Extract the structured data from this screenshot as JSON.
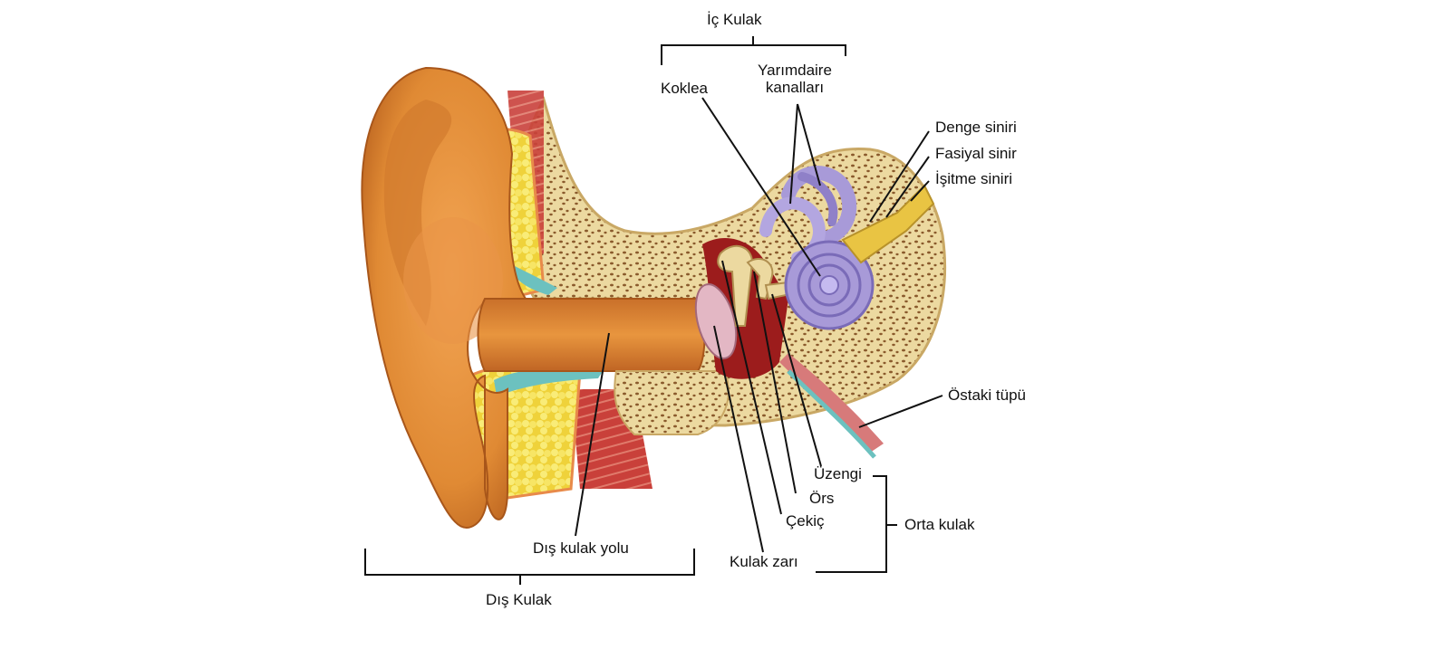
{
  "labels": {
    "inner_ear": "İç Kulak",
    "cochlea": "Koklea",
    "semicircular_canals": "Yarımdaire kanalları",
    "vestibular_nerve": "Denge siniri",
    "facial_nerve": "Fasiyal sinir",
    "auditory_nerve": "İşitme siniri",
    "eustachian_tube": "Östaki tüpü",
    "stapes": "Üzengi",
    "incus": "Örs",
    "malleus": "Çekiç",
    "middle_ear": "Orta kulak",
    "eardrum": "Kulak zarı",
    "ear_canal": "Dış kulak yolu",
    "outer_ear": "Dış Kulak"
  },
  "colors": {
    "skin": "#e8953e",
    "skin_dark": "#c9702a",
    "bone": "#ecd9a0",
    "bone_pore": "#8a5a2c",
    "fat": "#f4e04a",
    "cartilage": "#6cc1bf",
    "muscle": "#c9403a",
    "labyrinth": "#a89ad8",
    "nerve": "#e9c443",
    "middle_cavity": "#9c1c1c"
  }
}
